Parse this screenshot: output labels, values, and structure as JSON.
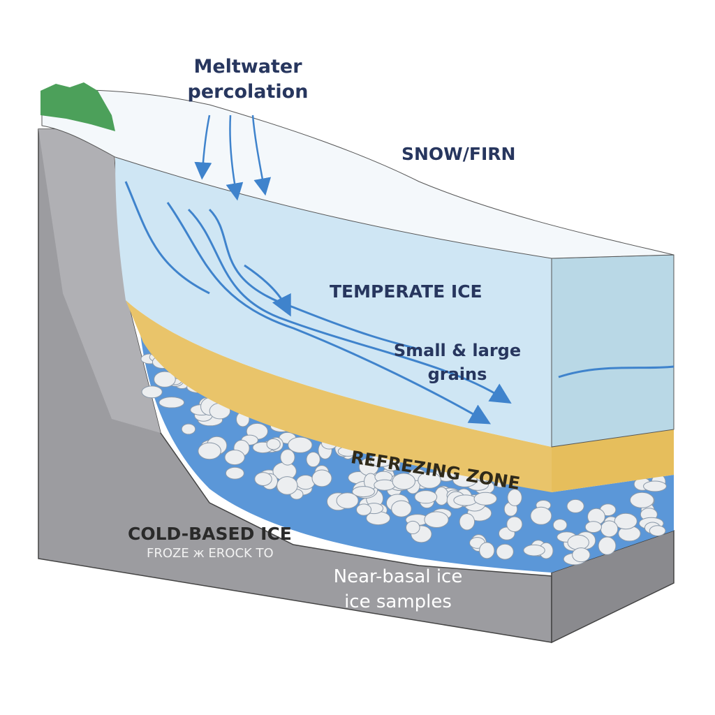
{
  "labels": {
    "meltwater": [
      "Meltwater",
      "percolation"
    ],
    "snow_firn": "SNOW/FIRN",
    "temperate_ice": "TEMPERATE ICE",
    "grains": [
      "Small & large",
      "grains"
    ],
    "refreezing_zone": "REFREZING ZONE",
    "cold_based": "COLD-BASED ICE",
    "cold_based_sub": "FROZE ж EROCK TO",
    "near_basal": [
      "Near-basal ice",
      "ice samples"
    ]
  },
  "colors": {
    "snow": "#f4f8fb",
    "temperate_ice": "#cfe6f4",
    "ice_side": "#b9d8e6",
    "flow_lines": "#3f83cc",
    "refreezing": "#e9c46a",
    "basal_water": "#5b97d8",
    "rock": "#9c9ca0",
    "text_dark": "#27365e",
    "vegetation": "#4ca05a"
  }
}
